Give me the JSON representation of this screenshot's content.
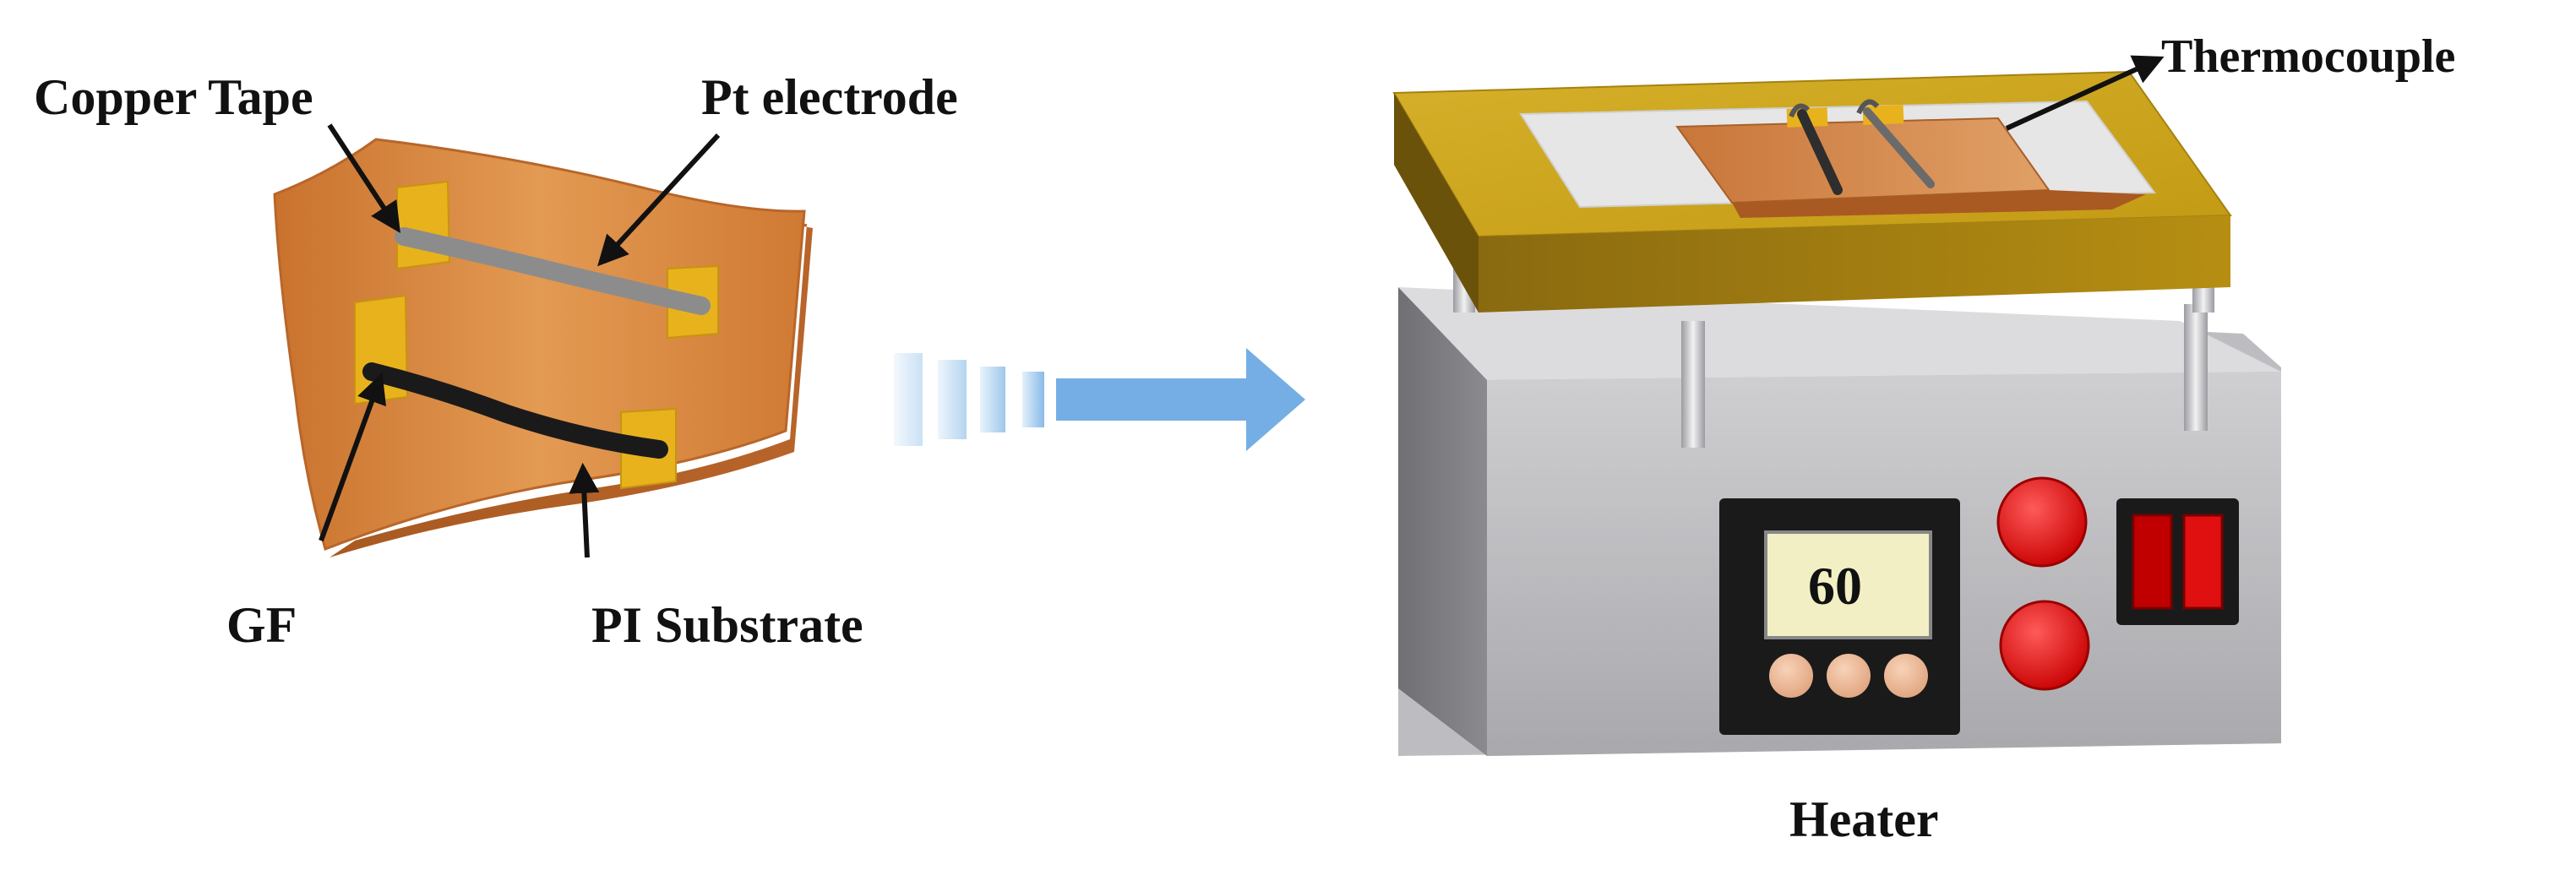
{
  "labels": {
    "copper_tape": "Copper Tape",
    "pt_electrode": "Pt electrode",
    "gf": "GF",
    "pi_substrate": "PI Substrate",
    "thermocouple": "Thermocouple",
    "heater": "Heater"
  },
  "display": {
    "temperature": "60"
  },
  "colors": {
    "pi_substrate": "#d9843a",
    "copper_tape": "#e8b21c",
    "pt_electrode": "#8c8c8c",
    "gf": "#1a1a1a",
    "arrow": "#7ab4e6",
    "heater_plate": "#c8a018",
    "heater_body": "#9a9a9e",
    "knob": "#e01010",
    "switch": "#c00000"
  }
}
